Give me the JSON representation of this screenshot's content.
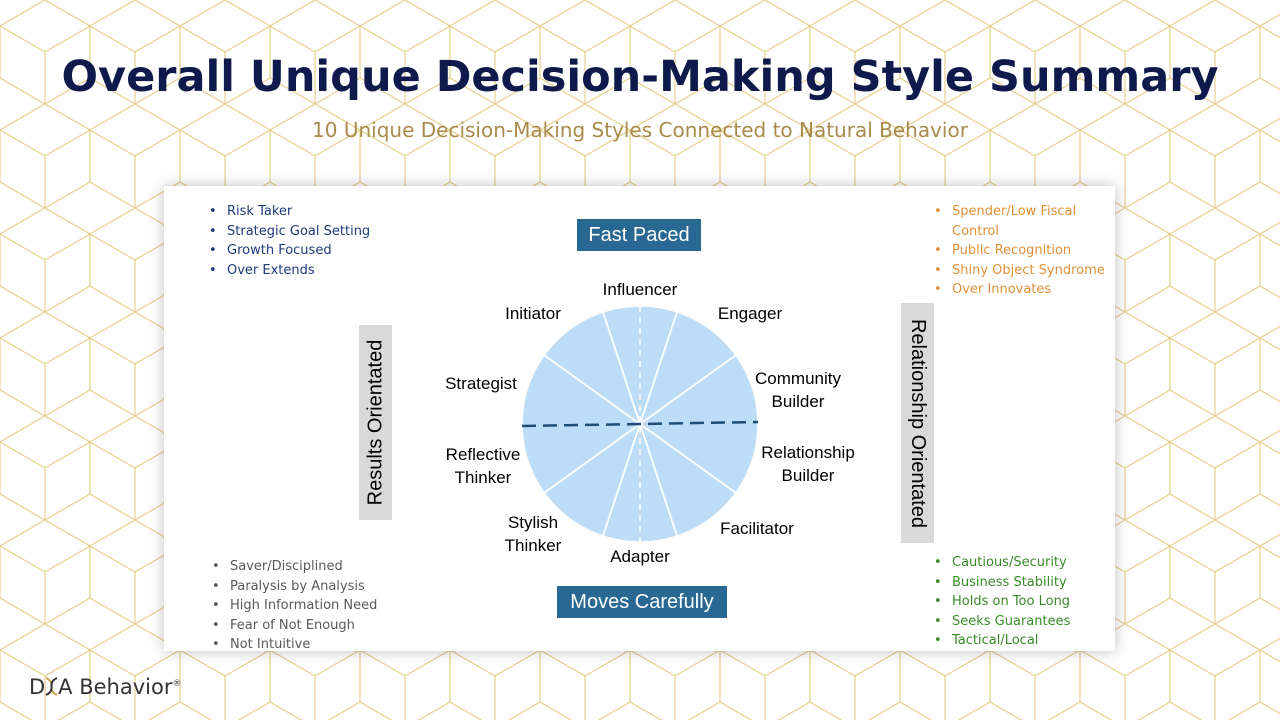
{
  "title": "Overall Unique Decision-Making Style Summary",
  "subtitle": "10 Unique Decision-Making Styles Connected to Natural Behavior",
  "quadrant_lists": {
    "top_left": [
      "Risk Taker",
      "Strategic Goal Setting",
      "Growth Focused",
      "Over Extends"
    ],
    "top_right": [
      "Spender/Low Fiscal Control",
      "Public Recognition",
      "Shiny Object Syndrome",
      "Over Innovates"
    ],
    "bottom_left": [
      "Saver/Disciplined",
      "Paralysis by Analysis",
      "High Information Need",
      "Fear of Not Enough",
      "Not Intuitive"
    ],
    "bottom_right": [
      "Cautious/Security",
      "Business Stability",
      "Holds on Too Long",
      "Seeks Guarantees",
      "Tactical/Local"
    ]
  },
  "axis_labels": {
    "top": "Fast Paced",
    "bottom": "Moves Carefully",
    "left": "Results Orientated",
    "right": "Relationship Orientated"
  },
  "styles": {
    "influencer": "Influencer",
    "engager": "Engager",
    "community_builder": [
      "Community",
      "Builder"
    ],
    "relationship_builder": [
      "Relationship",
      "Builder"
    ],
    "facilitator": "Facilitator",
    "adapter": "Adapter",
    "stylish_thinker": [
      "Stylish",
      "Thinker"
    ],
    "reflective_thinker": [
      "Reflective",
      "Thinker"
    ],
    "strategist": "Strategist",
    "initiator": "Initiator"
  },
  "colors": {
    "title": "#0d1a4b",
    "subtitle": "#a88b4b",
    "wheel_fill": "#bddcf7",
    "axis_box": "#2a6894",
    "top_left_text": "#1f3a7a",
    "top_right_text": "#e0913a",
    "bottom_left_text": "#595959",
    "bottom_right_text": "#3a8a2a",
    "pattern": "#e6cf8e"
  },
  "logo": {
    "text_a": "D",
    "text_b": "A Behavior",
    "mark": "®"
  }
}
